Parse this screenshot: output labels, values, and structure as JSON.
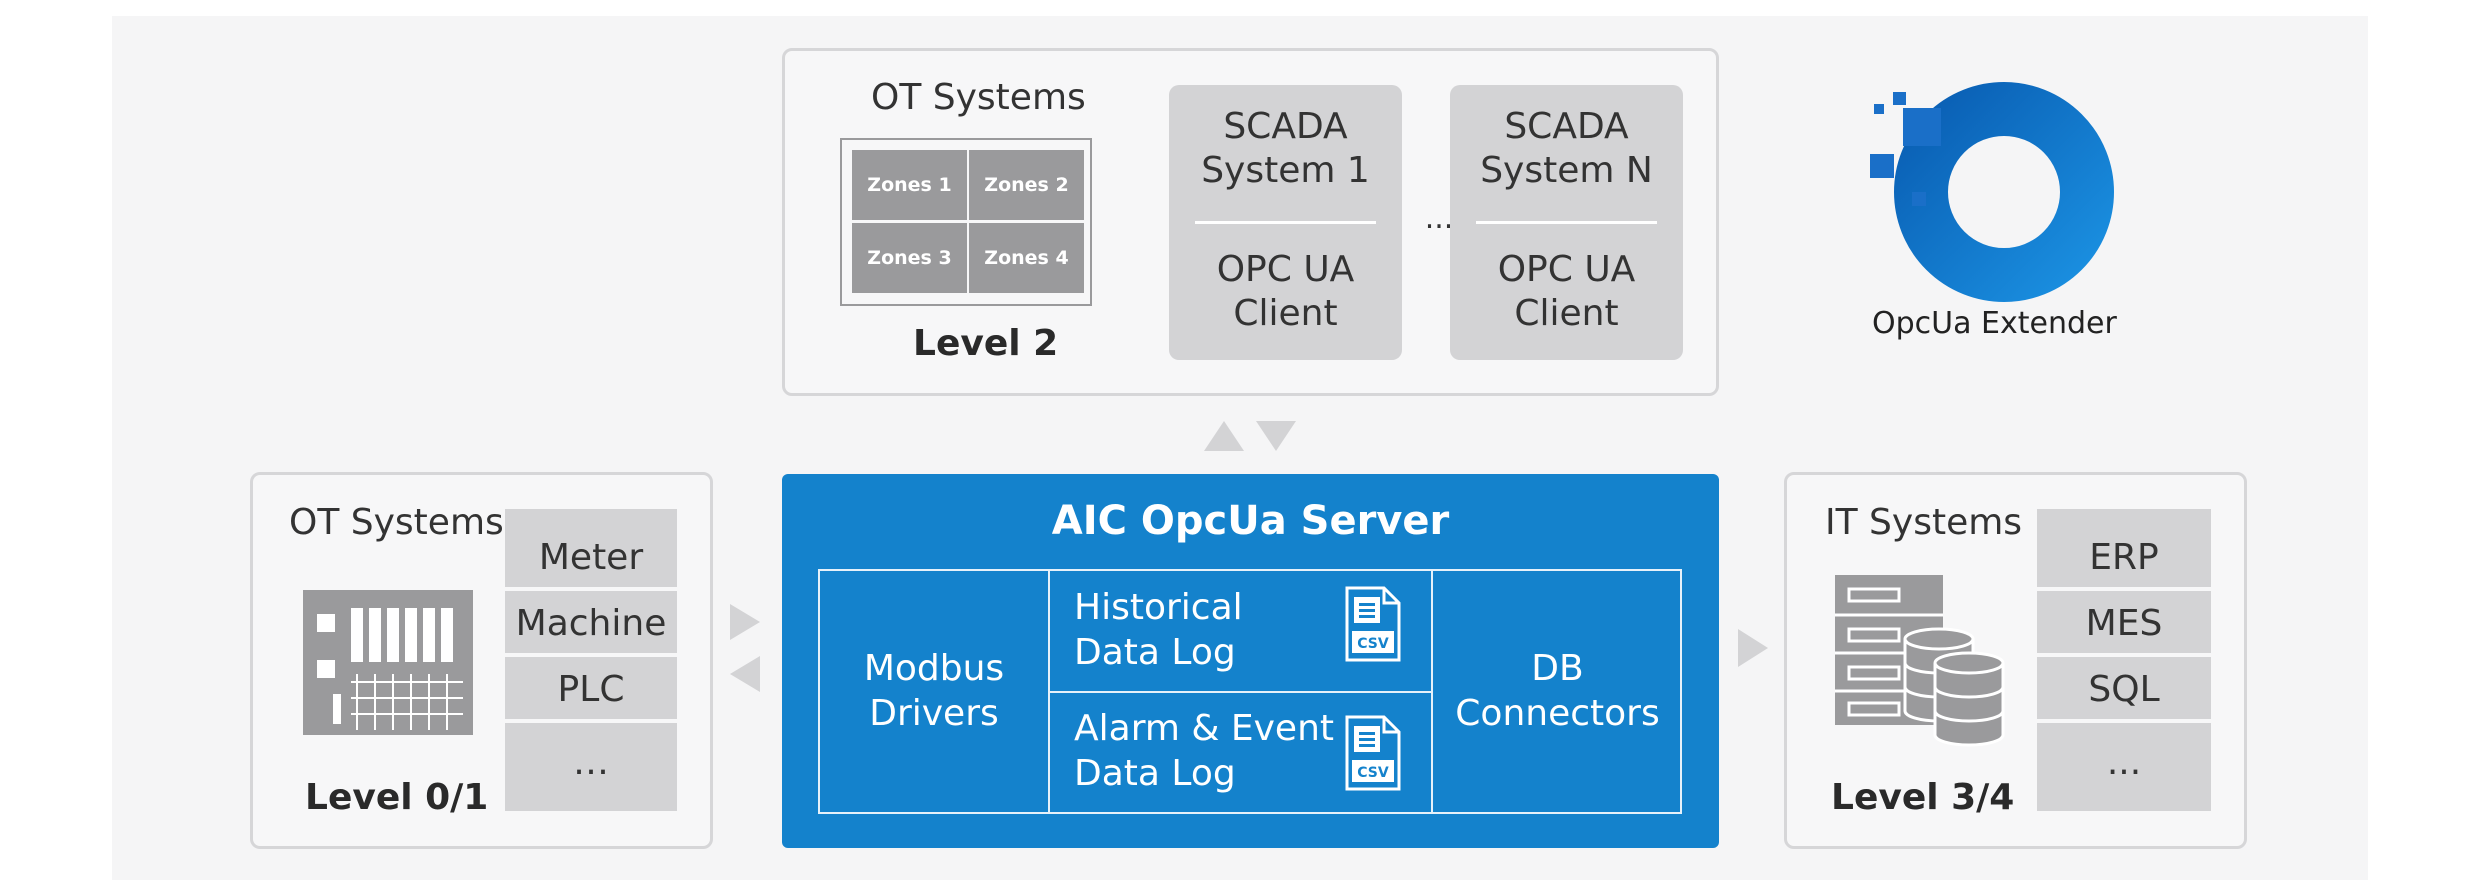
{
  "level2_panel": {
    "heading": "OT Systems",
    "zones": [
      "Zones 1",
      "Zones 2",
      "Zones 3",
      "Zones 4"
    ],
    "level": "Level 2",
    "scada_1": {
      "line1": "SCADA",
      "line2": "System 1",
      "client1": "OPC UA",
      "client2": "Client"
    },
    "ellipsis": "...",
    "scada_n": {
      "line1": "SCADA",
      "line2": "System N",
      "client1": "OPC UA",
      "client2": "Client"
    }
  },
  "logo": {
    "text": "OpcUa Extender",
    "color": "#1478cc"
  },
  "ot_panel": {
    "heading": "OT Systems",
    "items": [
      "Meter",
      "Machine",
      "PLC",
      "…"
    ],
    "level": "Level 0/1"
  },
  "server": {
    "title": "AIC OpcUa Server",
    "modbus": [
      "Modbus",
      "Drivers"
    ],
    "historical": [
      "Historical",
      "Data Log"
    ],
    "alarm": [
      "Alarm & Event",
      "Data Log"
    ],
    "csv_label": "CSV",
    "db": [
      "DB",
      "Connectors"
    ],
    "color": "#1482cc"
  },
  "it_panel": {
    "heading": "IT Systems",
    "items": [
      "ERP",
      "MES",
      "SQL",
      "..."
    ],
    "level": "Level 3/4"
  }
}
